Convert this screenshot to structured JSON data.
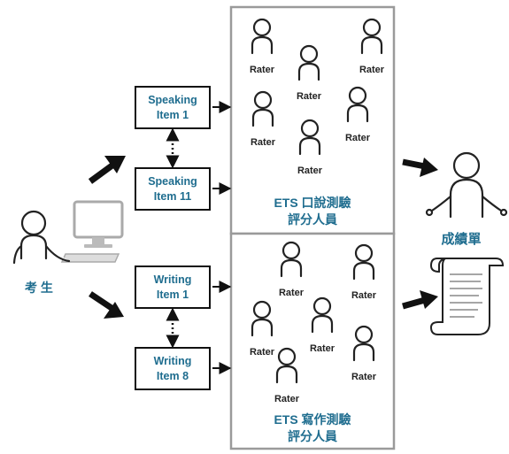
{
  "examinee_label": "考 生",
  "speaking": {
    "items": [
      {
        "line1": "Speaking",
        "line2": "Item 1"
      },
      {
        "line1": "Speaking",
        "line2": "Item 11"
      }
    ],
    "panel_line1": "ETS 口說測驗",
    "panel_line2": "評分人員"
  },
  "writing": {
    "items": [
      {
        "line1": "Writing",
        "line2": "Item 1"
      },
      {
        "line1": "Writing",
        "line2": "Item 8"
      }
    ],
    "panel_line1": "ETS 寫作測驗",
    "panel_line2": "評分人員"
  },
  "rater_label": "Rater",
  "score_report_label": "成績單",
  "colors": {
    "label_blue": "#1f6d8f",
    "panel_border": "#9a9a9a",
    "ink": "#222222"
  }
}
